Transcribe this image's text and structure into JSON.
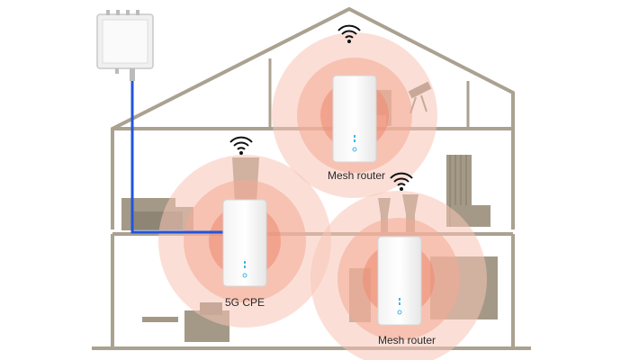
{
  "devices": {
    "cpe": {
      "label": "5G CPE"
    },
    "mesh_top": {
      "label": "Mesh router"
    },
    "mesh_bottom": {
      "label": "Mesh router"
    }
  },
  "colors": {
    "signal": "#f08a6e",
    "cable": "#2255dd",
    "wall": "#aaa191",
    "indicator": "#3fb6e8"
  },
  "icons": [
    "outdoor-unit-icon",
    "wifi-icon"
  ]
}
